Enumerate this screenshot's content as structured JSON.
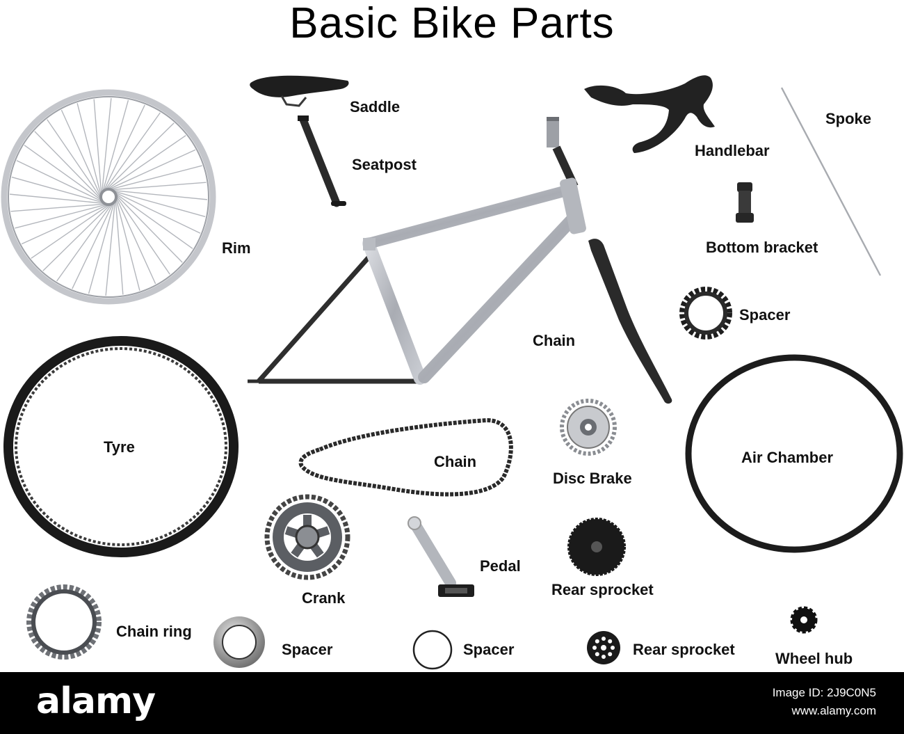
{
  "title": "Basic Bike Parts",
  "labels": {
    "saddle": "Saddle",
    "seatpost": "Seatpost",
    "handlebar": "Handlebar",
    "spoke": "Spoke",
    "rim": "Rim",
    "bottom_bracket": "Bottom bracket",
    "spacer_gear": "Spacer",
    "chain_frame": "Chain",
    "tyre": "Tyre",
    "chain": "Chain",
    "disc_brake": "Disc Brake",
    "air_chamber": "Air Chamber",
    "pedal": "Pedal",
    "rear_sprocket_large": "Rear sprocket",
    "crank": "Crank",
    "chain_ring": "Chain ring",
    "spacer_metal": "Spacer",
    "spacer_ring": "Spacer",
    "rear_sprocket_small": "Rear sprocket",
    "wheel_hub": "Wheel hub"
  },
  "footer": {
    "logo": "alamy",
    "image_id": "Image ID: 2J9C0N5",
    "site": "www.alamy.com"
  },
  "colors": {
    "frame": "#b9bcc2",
    "dark_part": "#2b2b2b",
    "footer_bg": "#000000"
  }
}
